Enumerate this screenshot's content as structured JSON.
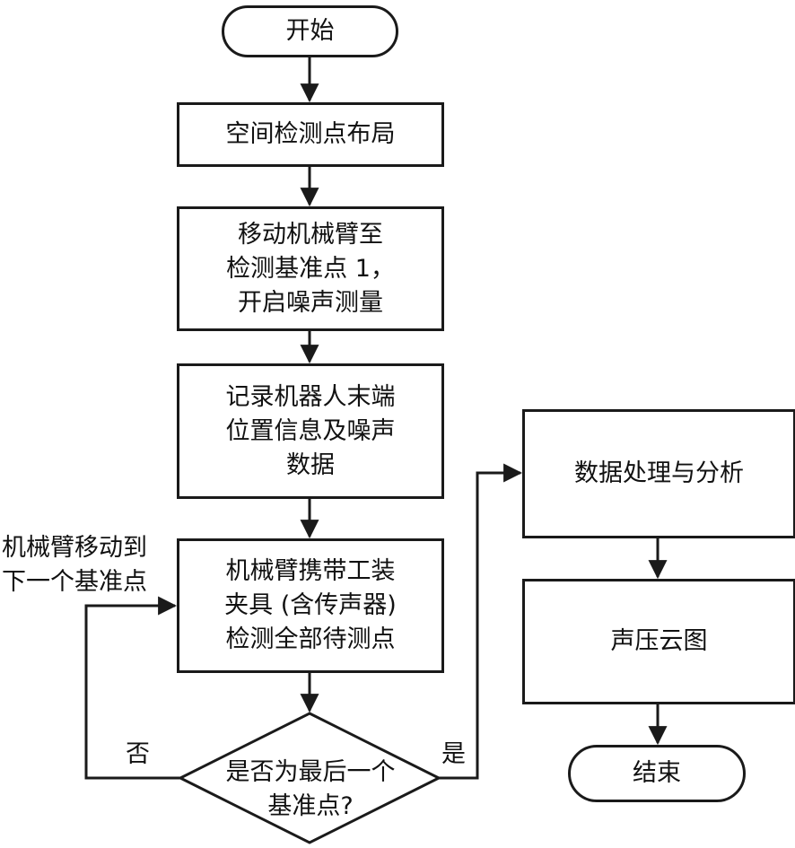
{
  "nodes": {
    "start": "开始",
    "layout": "空间检测点布局",
    "move_arm": "移动机械臂至\n检测基准点 1，\n开启噪声测量",
    "record": "记录机器人末端\n位置信息及噪声\n数据",
    "detect": "机械臂携带工装\n夹具 (含传声器)\n检测全部待测点",
    "decision": "是否为最后一个\n基准点?",
    "process": "数据处理与分析",
    "cloud": "声压云图",
    "end": "结束"
  },
  "labels": {
    "loop": "机械臂移动到\n下一个基准点",
    "no": "否",
    "yes": "是"
  }
}
